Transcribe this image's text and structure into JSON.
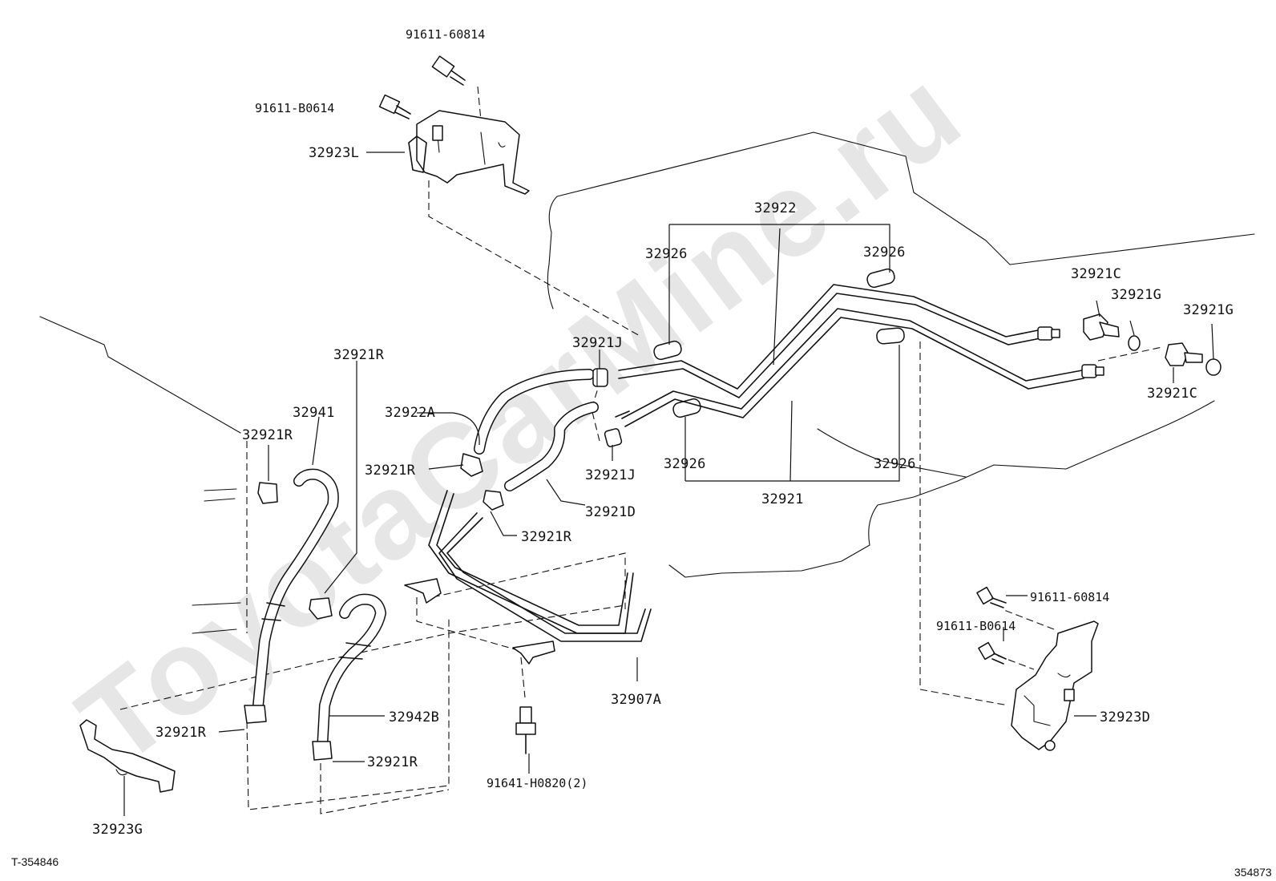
{
  "watermark": "ToyotaCarMine.ru",
  "diagram_codes": {
    "left": "T-354846",
    "right": "354873"
  },
  "labels": {
    "p91611_60814_top": "91611-60814",
    "p91611_B0614_top": "91611-B0614",
    "p32923L": "32923L",
    "p32922": "32922",
    "p32926_a": "32926",
    "p32926_b": "32926",
    "p32926_c": "32926",
    "p32926_d": "32926",
    "p32921C_a": "32921C",
    "p32921G_a": "32921G",
    "p32921G_b": "32921G",
    "p32921C_b": "32921C",
    "p32921J_a": "32921J",
    "p32921R_top": "32921R",
    "p32941": "32941",
    "p32922A": "32922A",
    "p32921R_a": "32921R",
    "p32921R_b": "32921R",
    "p32921J_b": "32921J",
    "p32921D": "32921D",
    "p32921": "32921",
    "p32921R_c": "32921R",
    "p91611_60814_bot": "91611-60814",
    "p91611_B0614_bot": "91611-B0614",
    "p32907A": "32907A",
    "p32942B": "32942B",
    "p32921R_d": "32921R",
    "p32921R_e": "32921R",
    "p32923D": "32923D",
    "p91641_H0820": "91641-H0820(2)",
    "p32923G": "32923G"
  }
}
